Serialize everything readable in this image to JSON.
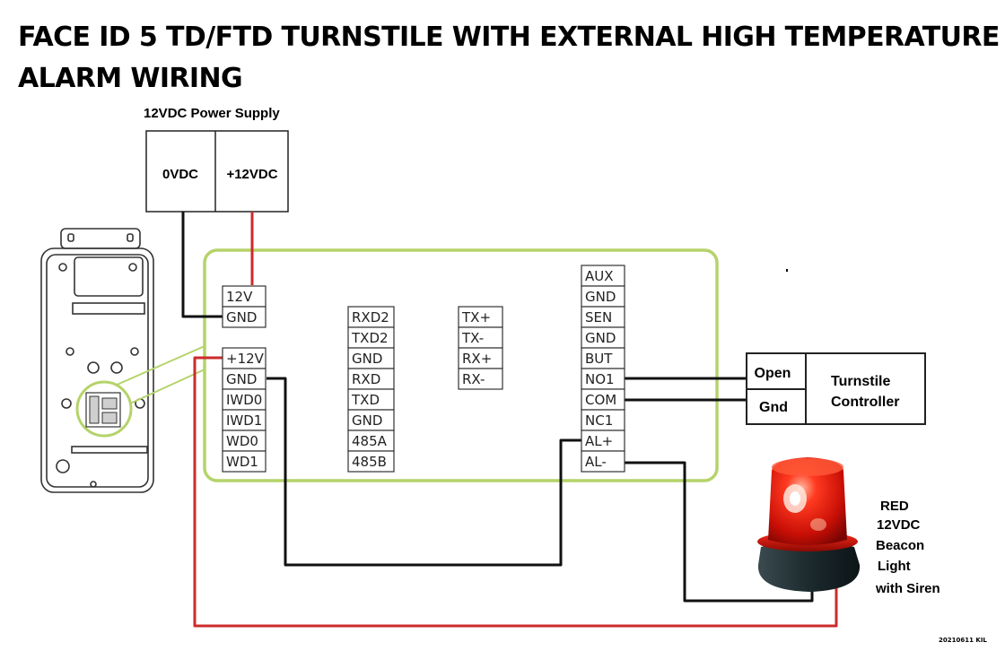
{
  "title": {
    "line1": "FACE ID 5 TD/FTD TURNSTILE WITH EXTERNAL HIGH TEMPERATURE",
    "line2": "ALARM WIRING"
  },
  "power_supply": {
    "label": "12VDC Power Supply",
    "terminal_negative": "0VDC",
    "terminal_positive": "+12VDC"
  },
  "terminal_groups": {
    "power": [
      "12V",
      "GND"
    ],
    "wiegand": [
      "+12V",
      "GND",
      "IWD0",
      "IWD1",
      "WD0",
      "WD1"
    ],
    "serial": [
      "RXD2",
      "TXD2",
      "GND",
      "RXD",
      "TXD",
      "GND",
      "485A",
      "485B"
    ],
    "rs485": [
      "TX+",
      "TX-",
      "RX+",
      "RX-"
    ],
    "relay": [
      "AUX",
      "GND",
      "SEN",
      "GND",
      "BUT",
      "NO1",
      "COM",
      "NC1",
      "AL+",
      "AL-"
    ]
  },
  "turnstile_controller": {
    "open_label": "Open",
    "gnd_label": "Gnd",
    "line1": "Turnstile",
    "line2": "Controller"
  },
  "beacon": {
    "line1": "RED",
    "line2": "12VDC",
    "line3": "Beacon",
    "line4": "Light",
    "line5": "with Siren"
  },
  "stamp": "20210611 KIL",
  "colors": {
    "board_outline": "#b5d36a",
    "wire_positive": "#cc2b2b",
    "wire_negative": "#111111",
    "beacon_red": "#e01a10",
    "beacon_base": "#1c2a2e"
  }
}
